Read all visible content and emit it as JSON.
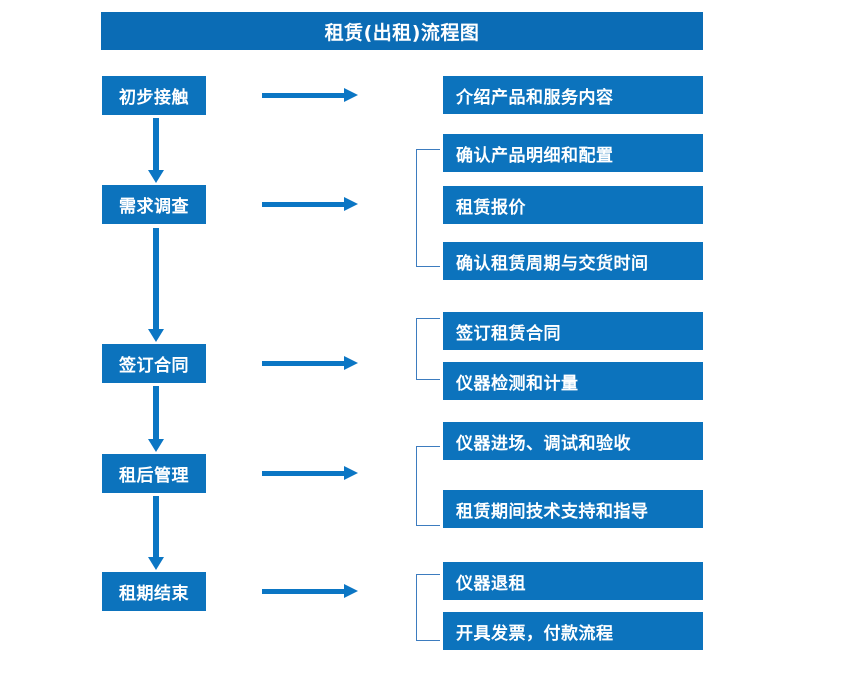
{
  "diagram": {
    "title": "租赁(出租)流程图",
    "colors": {
      "box_fill": "#0c73bd",
      "title_fill": "#0b6cb5",
      "arrow": "#0b76c4",
      "bracket": "#3d7cbf",
      "text": "#ffffff",
      "background": "#ffffff"
    },
    "stages": [
      {
        "label": "初步接触"
      },
      {
        "label": "需求调查"
      },
      {
        "label": "签订合同"
      },
      {
        "label": "租后管理"
      },
      {
        "label": "租期结束"
      }
    ],
    "details": [
      {
        "label": "介绍产品和服务内容"
      },
      {
        "label": "确认产品明细和配置"
      },
      {
        "label": "租赁报价"
      },
      {
        "label": "确认租赁周期与交货时间"
      },
      {
        "label": "签订租赁合同"
      },
      {
        "label": "仪器检测和计量"
      },
      {
        "label": "仪器进场、调试和验收"
      },
      {
        "label": "租赁期间技术支持和指导"
      },
      {
        "label": "仪器退租"
      },
      {
        "label": "开具发票，付款流程"
      }
    ],
    "flow_arrows": {
      "horizontal_count": 5,
      "vertical_count": 4,
      "direction_horizontal": "left-to-right",
      "direction_vertical": "top-to-bottom"
    },
    "groups": [
      {
        "stage": "需求调查",
        "detail_count": 3
      },
      {
        "stage": "签订合同",
        "detail_count": 2
      },
      {
        "stage": "租后管理",
        "detail_count": 2
      },
      {
        "stage": "租期结束",
        "detail_count": 2
      }
    ]
  }
}
